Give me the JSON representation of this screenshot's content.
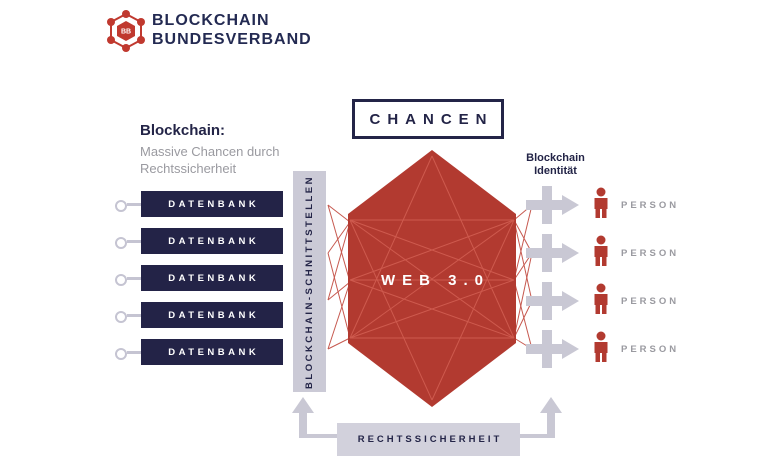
{
  "logo": {
    "line1": "BLOCKCHAIN",
    "line2": "BUNDESVERBAND",
    "monogram": "BB"
  },
  "title_box": {
    "label": "CHANCEN"
  },
  "left": {
    "heading": "Blockchain:",
    "subheading": "Massive Chancen durch Rechtssicherheit",
    "databases": [
      "DATENBANK",
      "DATENBANK",
      "DATENBANK",
      "DATENBANK",
      "DATENBANK"
    ]
  },
  "interface_bar": {
    "label": "BLOCKCHAIN-SCHNITTSTELLEN"
  },
  "hexagon": {
    "label": "WEB 3.0",
    "color": "#b23a30"
  },
  "right": {
    "heading": "Blockchain Identität",
    "persons": [
      "PERSON",
      "PERSON",
      "PERSON",
      "PERSON"
    ]
  },
  "bottom": {
    "label": "RECHTSSICHERHEIT"
  },
  "colors": {
    "navy": "#232447",
    "brick_red": "#b23a30",
    "light_gray": "#cbcad6",
    "text_gray": "#9a9aa0"
  }
}
